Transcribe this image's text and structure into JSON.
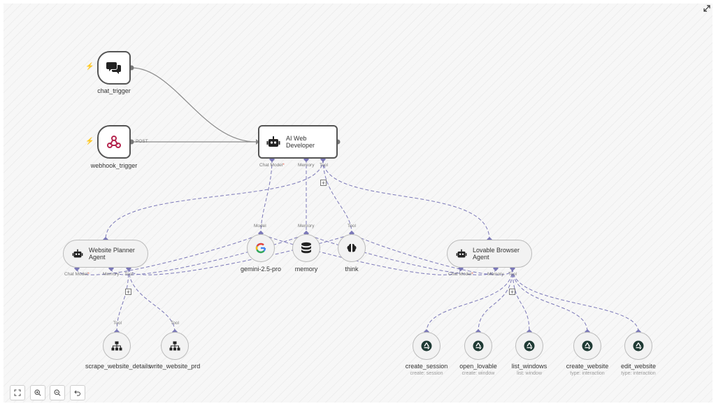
{
  "nodes": {
    "chat_trigger": {
      "label": "chat_trigger",
      "icon": "chat-bubbles-icon"
    },
    "webhook_trigger": {
      "label": "webhook_trigger",
      "icon": "webhook-icon",
      "output_label": "POST"
    },
    "ai_web_developer": {
      "title": "AI Web\nDeveloper",
      "icon": "robot-icon",
      "ports": {
        "chat_model": "Chat Model",
        "memory": "Memory",
        "tool": "Tool"
      }
    },
    "website_planner": {
      "title": "Website Planner\nAgent",
      "icon": "robot-icon",
      "ports": {
        "chat_model": "Chat Model",
        "memory": "Memory",
        "tool": "Tool"
      }
    },
    "lovable_browser": {
      "title": "Lovable Browser\nAgent",
      "icon": "robot-icon",
      "ports": {
        "chat_model": "Chat Model",
        "memory": "Memory",
        "tool": "Tool"
      }
    },
    "gemini": {
      "label": "gemini-2.5-pro",
      "icon": "google-icon",
      "port": "Model"
    },
    "memory": {
      "label": "memory",
      "icon": "database-icon",
      "port": "Memory"
    },
    "think": {
      "label": "think",
      "icon": "brain-icon",
      "port": "Tool"
    },
    "scrape": {
      "label": "scrape_website_details",
      "icon": "sitemap-icon",
      "port": "Tool"
    },
    "write_prd": {
      "label": "write_website_prd",
      "icon": "sitemap-icon",
      "port": "Tool"
    },
    "create_session": {
      "label": "create_session",
      "sub": "create: session",
      "icon": "recycle-icon"
    },
    "open_lovable": {
      "label": "open_lovable",
      "sub": "create: window",
      "icon": "recycle-icon"
    },
    "list_windows": {
      "label": "list_windows",
      "sub": "list: window",
      "icon": "recycle-icon"
    },
    "create_website": {
      "label": "create_website",
      "sub": "type: interaction",
      "icon": "recycle-icon"
    },
    "edit_website": {
      "label": "edit_website",
      "sub": "type: interaction",
      "icon": "recycle-icon"
    }
  },
  "required_marker": "*",
  "plus_symbol": "+",
  "colors": {
    "main_edge": "#8a8a8a",
    "sub_edge": "#7b78b8",
    "diamond": "#7b78b8",
    "trigger_bolt": "#f26b5b",
    "node_border": "#555555"
  },
  "controls": [
    {
      "name": "fit-view",
      "icon": "fit-view-icon"
    },
    {
      "name": "zoom-in",
      "icon": "zoom-in-icon"
    },
    {
      "name": "zoom-out",
      "icon": "zoom-out-icon"
    },
    {
      "name": "undo",
      "icon": "undo-icon"
    }
  ],
  "fullscreen_icon": "expand-icon"
}
